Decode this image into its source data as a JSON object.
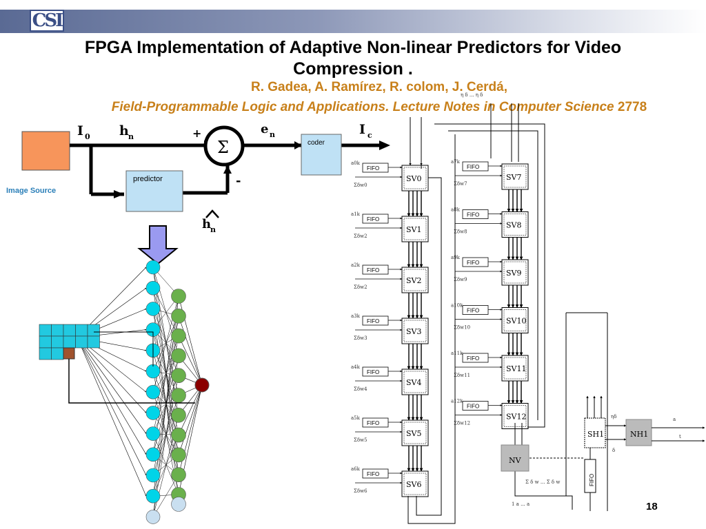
{
  "header": {
    "logo_text": "CSI",
    "title_line1": "FPGA Implementation of  Adaptive Non-linear Predictors for Video",
    "title_line2": "Compression .",
    "authors": "R. Gadea, A. Ramírez, R. colom, J. Cerdá,",
    "journal": "Field-Programmable Logic and Applications. Lecture Notes in Computer Science",
    "journal_num": "2778"
  },
  "diagram": {
    "image_source": "Image Source",
    "predictor": "predictor",
    "coder": "coder",
    "sigma": "Σ",
    "plus": "+",
    "minus": "-",
    "I": "I",
    "I_sub": "0",
    "h": "h",
    "h_sub": "n",
    "e": "e",
    "e_sub": "n",
    "Ic": "I",
    "Ic_sub": "c",
    "hhat": "h",
    "hhat_sub": "n"
  },
  "systolic": {
    "fifo": "FIFO",
    "left_column": [
      {
        "sv": "SV0",
        "a": "a",
        "a_sup": "k",
        "a_sub": "0",
        "sum": "Σ",
        "sum_tail": "δ",
        "w": "w",
        "w_sub": "0"
      },
      {
        "sv": "SV1",
        "a": "a",
        "a_sup": "k",
        "a_sub": "1",
        "sum": "Σ",
        "sum_tail": "δ",
        "w": "w",
        "w_sub": "2"
      },
      {
        "sv": "SV2",
        "a": "a",
        "a_sup": "k",
        "a_sub": "2",
        "sum": "Σ",
        "sum_tail": "δ",
        "w": "w",
        "w_sub": "2"
      },
      {
        "sv": "SV3",
        "a": "a",
        "a_sup": "k",
        "a_sub": "3",
        "sum": "Σ",
        "sum_tail": "δ",
        "w": "w",
        "w_sub": "3"
      },
      {
        "sv": "SV4",
        "a": "a",
        "a_sup": "k",
        "a_sub": "4",
        "sum": "Σ",
        "sum_tail": "δ",
        "w": "w",
        "w_sub": "4"
      },
      {
        "sv": "SV5",
        "a": "a",
        "a_sup": "k",
        "a_sub": "5",
        "sum": "Σ",
        "sum_tail": "δ",
        "w": "w",
        "w_sub": "5"
      },
      {
        "sv": "SV6",
        "a": "a",
        "a_sup": "k",
        "a_sub": "6",
        "sum": "Σ",
        "sum_tail": "δ",
        "w": "w",
        "w_sub": "6"
      }
    ],
    "right_column": [
      {
        "sv": "SV7",
        "a": "a",
        "a_sup": "k",
        "a_sub": "7",
        "sum": "Σ",
        "sum_tail": "δ",
        "w": "w",
        "w_sub": "7"
      },
      {
        "sv": "SV8",
        "a": "a",
        "a_sup": "k",
        "a_sub": "8",
        "sum": "Σ",
        "sum_tail": "δ",
        "w": "w",
        "w_sub": "8"
      },
      {
        "sv": "SV9",
        "a": "a",
        "a_sup": "k",
        "a_sub": "9",
        "sum": "Σ",
        "sum_tail": "δ",
        "w": "w",
        "w_sub": "9"
      },
      {
        "sv": "SV10",
        "a": "a",
        "a_sup": "k",
        "a_sub": "10",
        "sum": "Σ",
        "sum_tail": "δ",
        "w": "w",
        "w_sub": "10"
      },
      {
        "sv": "SV11",
        "a": "a",
        "a_sup": "k",
        "a_sub": "11",
        "sum": "Σ",
        "sum_tail": "δ",
        "w": "w",
        "w_sub": "11"
      },
      {
        "sv": "SV12",
        "a": "a",
        "a_sup": "k",
        "a_sub": "12",
        "sum": "Σ",
        "sum_tail": "δ",
        "w": "w",
        "w_sub": "12"
      }
    ],
    "nv": "NV",
    "sh1": "SH1",
    "nh1": "NH1",
    "fifo_vertical": "FIFO",
    "bottom_sum": "Σ δ w ... Σ δ w",
    "bottom_a": "1 a ... a",
    "top_label": "η δ ... η δ",
    "right_a2": "a",
    "right_t": "t",
    "eta_delta": "ηδ",
    "delta1": "δ"
  },
  "footer": {
    "page": "18"
  },
  "colors": {
    "accent": "#c8801a",
    "neuron_input": "#00d4e8",
    "neuron_hidden": "#6ab04c",
    "neuron_output": "#8b0000",
    "neuron_bias": "#c9dff0",
    "image_source_fill": "#f7955b",
    "box_fill": "#bfe1f5",
    "grid_fill": "#22c9e0",
    "arrow_fill": "#9a9af0"
  },
  "icons": [
    "arrow-down-icon",
    "summation-icon"
  ]
}
